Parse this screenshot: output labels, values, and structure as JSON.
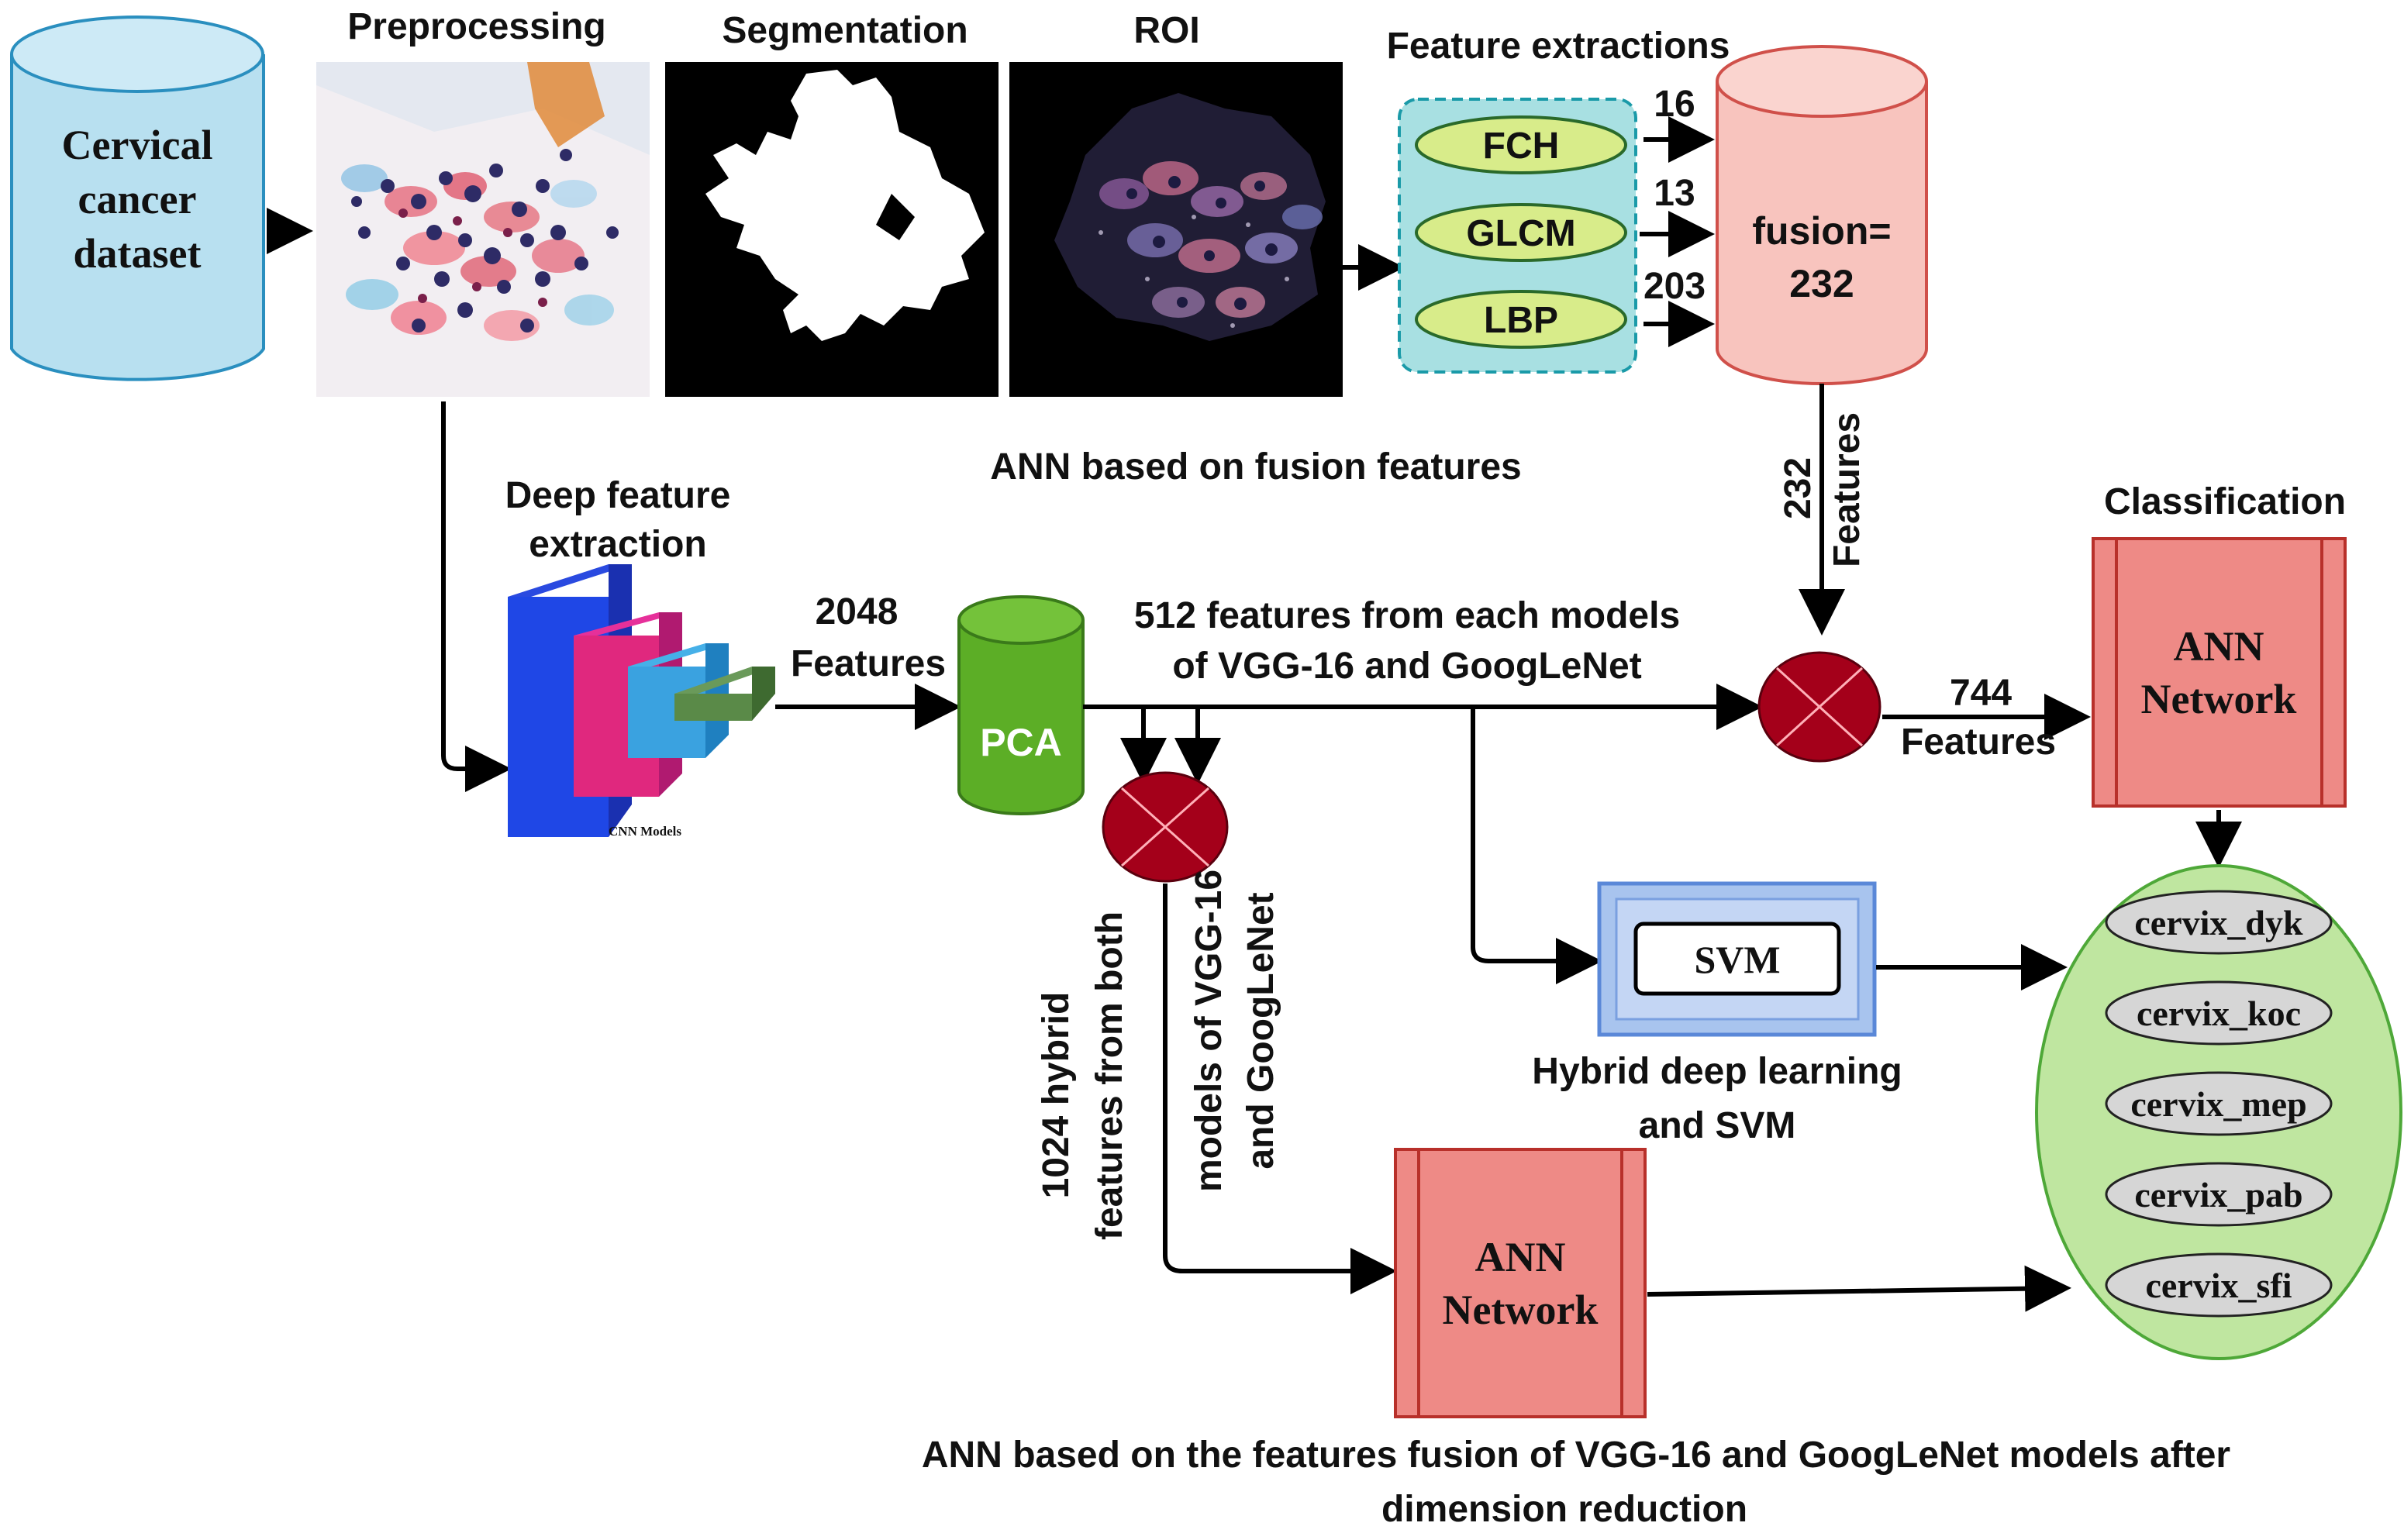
{
  "dataset": {
    "line1": "Cervical",
    "line2": "cancer",
    "line3": "dataset"
  },
  "stages": {
    "preprocessing": "Preprocessing",
    "segmentation": "Segmentation",
    "roi": "ROI",
    "feature_extractions": "Feature extractions",
    "deep_feature_line1": "Deep feature",
    "deep_feature_line2": "extraction",
    "classification": "Classification"
  },
  "handcrafted": {
    "fch": "FCH",
    "glcm": "GLCM",
    "lbp": "LBP",
    "fch_count": "16",
    "glcm_count": "13",
    "lbp_count": "203",
    "fusion_line1": "fusion=",
    "fusion_line2": "232"
  },
  "captions": {
    "ann_fusion": "ANN based on fusion features",
    "hybrid_line1": "Hybrid deep learning",
    "hybrid_line2": "and SVM",
    "bottom_line1": "ANN based on the features fusion of VGG-16 and GoogLeNet models after",
    "bottom_line2": "dimension reduction"
  },
  "labels": {
    "cnn_models": "CNN Models",
    "features_2048_a": "2048",
    "features_2048_b": "Features",
    "pca": "PCA",
    "pca_out_line1": "512 features from each models",
    "pca_out_line2": "of VGG-16 and GoogLeNet",
    "f232_a": "232",
    "f232_b": "Features",
    "f744_a": "744",
    "f744_b": "Features",
    "hybrid_v1": "1024 hybrid",
    "hybrid_v2": "features from both",
    "hybrid_v3": "models of VGG-16",
    "hybrid_v4": "and GoogLeNet",
    "svm": "SVM",
    "ann_top_1": "ANN",
    "ann_top_2": "Network",
    "ann_bottom_1": "ANN",
    "ann_bottom_2": "Network"
  },
  "classes": [
    "cervix_dyk",
    "cervix_koc",
    "cervix_mep",
    "cervix_pab",
    "cervix_sfi"
  ],
  "colors": {
    "dataset_fill": "#b8e0f0",
    "feature_box_fill": "#a8e0e2",
    "ellipse_fill": "#d8ec8a",
    "fusion_fill": "#f8c4be",
    "pca_fill": "#5cae26",
    "merge_fill": "#a4001a",
    "ann_fill": "#ee8a86",
    "svm_fill": "#a8c4ee",
    "class_fill": "#bfe6a0",
    "class_pill": "#d6d6d6"
  }
}
